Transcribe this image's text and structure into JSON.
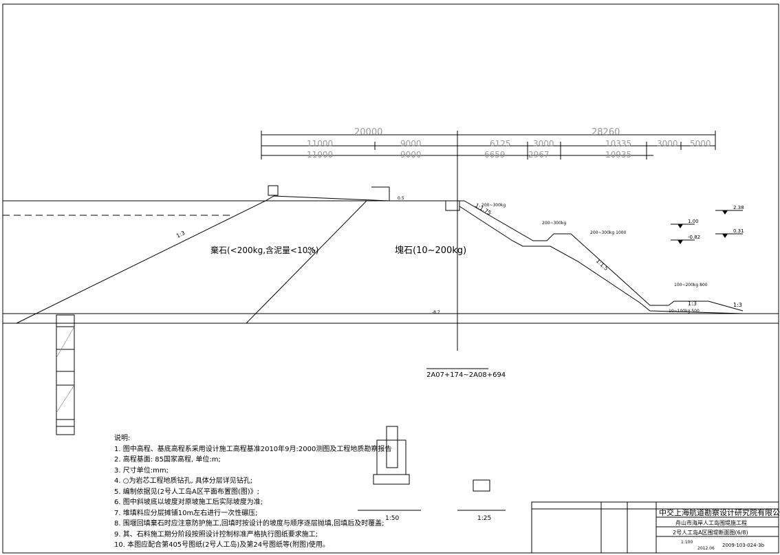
{
  "dimensions": {
    "row1": [
      "20000",
      "28260"
    ],
    "row2": [
      "11000",
      "9000",
      "6125",
      "3000",
      "10335",
      "3000",
      "5000"
    ],
    "row3": [
      "11000",
      "9000",
      "6659",
      "2967",
      "10935"
    ]
  },
  "slopes": [
    "1:3",
    "1:1",
    "1:1.75",
    "1:1.5",
    "1:3",
    "1:3"
  ],
  "labels": {
    "fill_left": "棄石(<200kg,含泥量<10%)",
    "fill_right": "塊石(10~200kg)",
    "armor1": "200~300kg",
    "armor2": "200~300kg",
    "armor3": "200~300kg 1000",
    "toe_upper": "100~200kg 800",
    "toe_lower": "10~100kg 500",
    "scale_left": "1:50",
    "scale_right": "1:25",
    "section_bottom": "2A07+174~2A08+694",
    "levels": [
      "2.38",
      "1.00",
      "0.31",
      "-0.82"
    ],
    "elev_top": "0.5",
    "elev_bottom": "-8.7"
  },
  "notes": {
    "title": "说明:",
    "items": [
      "1. 图中高程、基底高程系采用设计施工高程基准2010年9月:2000测图及工程地质勘察报告",
      "2. 高程基面: 85国家高程, 单位:m;",
      "3. 尺寸单位:mm;",
      "4. ○为岩芯工程地质钻孔, 具体分层详见钻孔;",
      "5. 编制依据见(2号人工岛A区平面布置图(图)》;",
      "6. 图中斜坡底以坡度对原坡施工后实际坡度为准;",
      "7. 堆填料应分层摊铺10m左右进行一次性碾压;",
      "8. 围堰回填棄石时应注意防护施工,回填时按设计的坡度与顺序逐层抛填,回填后及时覆盖;",
      "9. 其、石料施工期分阶段按照设计控制标准严格执行图纸要求施工;",
      "10. 本图应配合第405号图纸(2号人工岛)及第24号图纸等(附图)使用。"
    ]
  },
  "title_block": {
    "company": "中交上海航道勘察设计研究院有限公司",
    "project": "舟山市海岸人工岛围堤施工程",
    "drawing": "2号人工岛A区围堤断面图(6/8)",
    "drawing_no": "2009-103-024-3b",
    "scale": "1:100",
    "date": "2012.06"
  }
}
